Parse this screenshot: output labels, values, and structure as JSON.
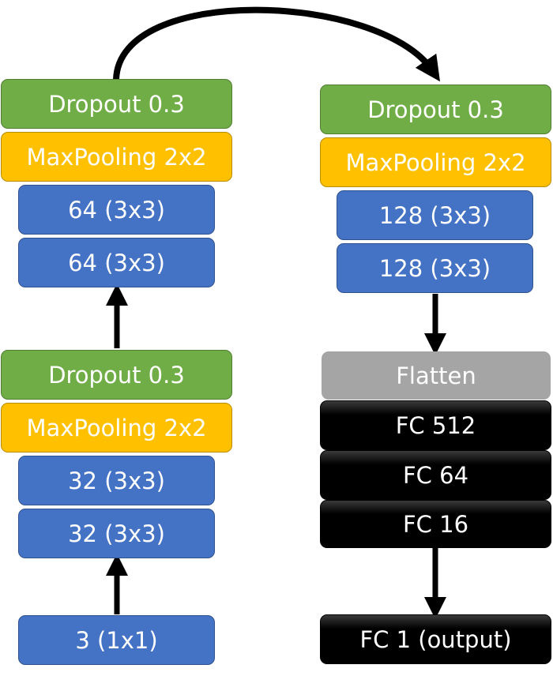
{
  "left_column": {
    "block2_dropout": "Dropout 0.3",
    "block2_pool": "MaxPooling 2x2",
    "block2_conv_a": "64 (3x3)",
    "block2_conv_b": "64 (3x3)",
    "block1_dropout": "Dropout 0.3",
    "block1_pool": "MaxPooling 2x2",
    "block1_conv_a": "32 (3x3)",
    "block1_conv_b": "32 (3x3)",
    "input": "3 (1x1)"
  },
  "right_column": {
    "block3_dropout": "Dropout 0.3",
    "block3_pool": "MaxPooling 2x2",
    "block3_conv_a": "128 (3x3)",
    "block3_conv_b": "128 (3x3)",
    "flatten": "Flatten",
    "fc_512": "FC 512",
    "fc_64": "FC 64",
    "fc_16": "FC 16",
    "fc_output": "FC 1 (output)"
  },
  "colors": {
    "dropout": "#70ad47",
    "maxpooling": "#ffc000",
    "convolution": "#4472c4",
    "flatten": "#a5a5a5",
    "fully_connected": "#000000",
    "arrow": "#000000"
  }
}
